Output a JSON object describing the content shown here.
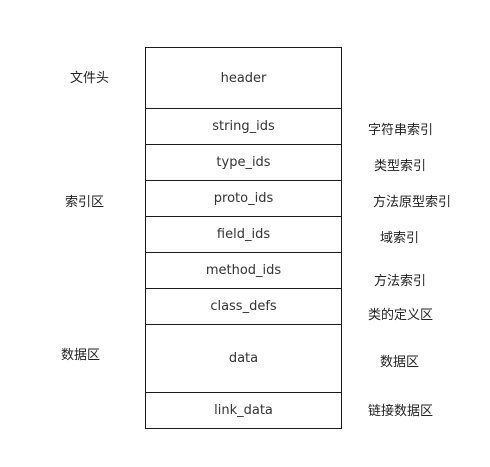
{
  "segments": [
    "header",
    "string_ids",
    "type_ids",
    "proto_ids",
    "field_ids",
    "method_ids",
    "class_defs",
    "data",
    "link_data"
  ],
  "left_labels": [
    "文件头",
    "索引区",
    "数据区"
  ],
  "right_labels": [
    "字符串索引",
    "类型索引",
    "方法原型索引",
    "域索引",
    "方法索引",
    "类的定义区",
    "数据区",
    "链接数据区"
  ]
}
